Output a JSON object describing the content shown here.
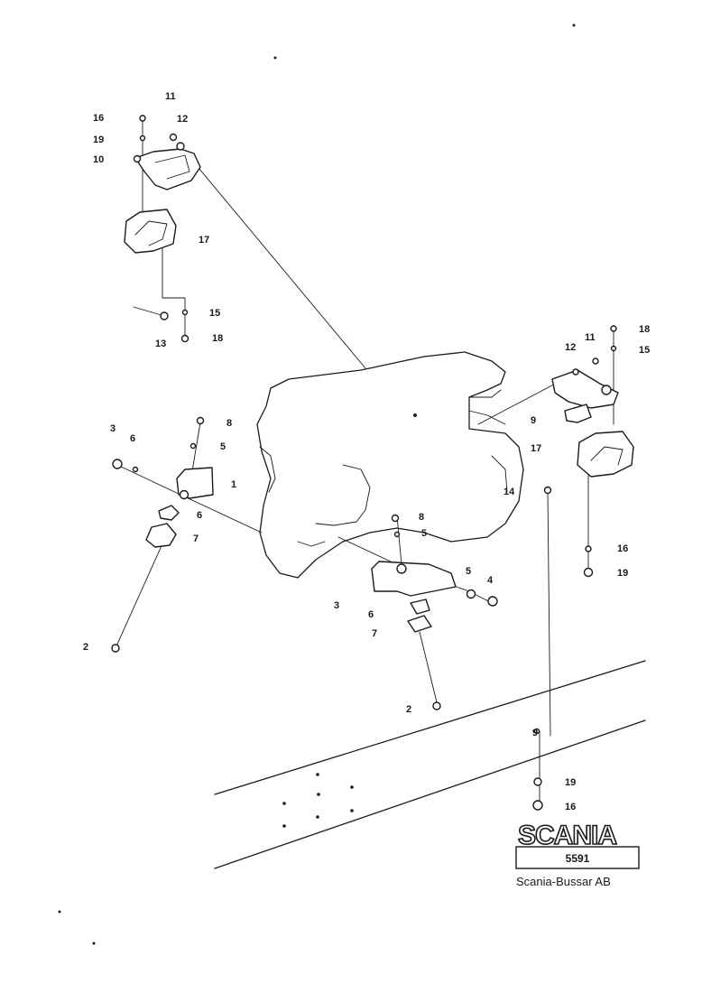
{
  "title_block": {
    "logo": "SCANIA",
    "drawing_number": "5591",
    "company": "Scania-Bussar AB"
  },
  "callouts": {
    "tl_16": "16",
    "tl_19": "19",
    "tl_10": "10",
    "tl_11": "11",
    "tl_12": "12",
    "tl_17": "17",
    "tl_15": "15",
    "tl_13": "13",
    "tl_18": "18",
    "rt_12": "12",
    "rt_11": "11",
    "rt_18": "18",
    "rt_15a": "15",
    "rt_9": "9",
    "rt_17": "17",
    "rt_14": "14",
    "rt_16": "16",
    "rt_19a": "19",
    "lf_3": "3",
    "lf_6": "6",
    "lf_8": "8",
    "lf_5": "5",
    "lf_1": "1",
    "lf_6b": "6",
    "lf_7": "7",
    "lf_2": "2",
    "ct_8": "8",
    "ct_5a": "5",
    "ct_5b": "5",
    "ct_4": "4",
    "ct_3": "3",
    "ct_6": "6",
    "ct_7": "7",
    "ct_2": "2",
    "br_9": "9",
    "br_19": "19",
    "br_16": "16"
  },
  "colors": {
    "ink": "#1a1a1a",
    "paper": "#ffffff"
  }
}
